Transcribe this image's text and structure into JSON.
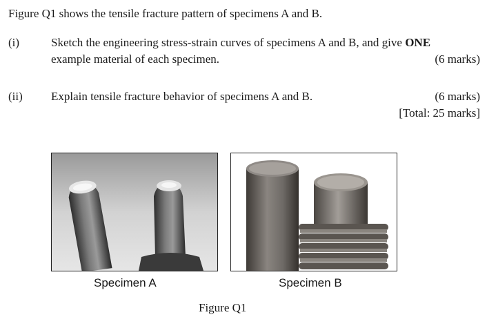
{
  "intro": "Figure Q1 shows the tensile fracture pattern of specimens A and B.",
  "questions": [
    {
      "number": "(i)",
      "line1_before_bold": "Sketch the engineering stress-strain curves of specimens A and B, and give ",
      "line1_bold": "ONE",
      "line2": "example material of each specimen.",
      "marks": "(6 marks)"
    },
    {
      "number": "(ii)",
      "line1": "Explain tensile fracture behavior of specimens A and B.",
      "marks": "(6 marks)"
    }
  ],
  "total": "[Total: 25 marks]",
  "figure": {
    "captions": [
      "Specimen A",
      "Specimen B"
    ],
    "title": "Figure Q1"
  }
}
